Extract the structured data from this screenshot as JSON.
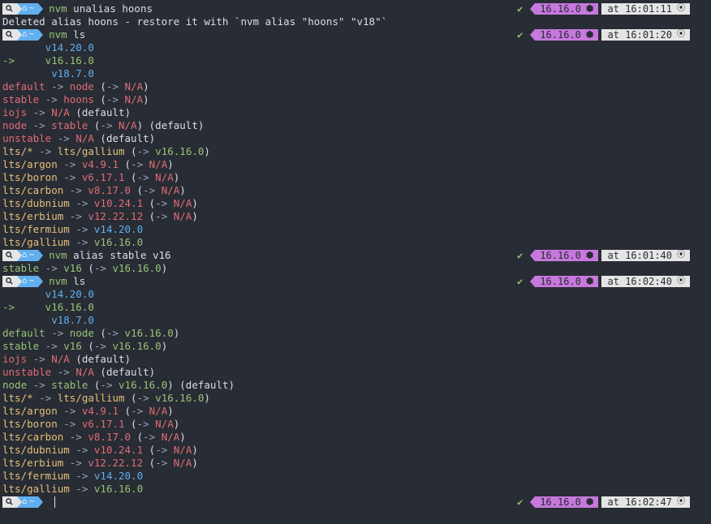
{
  "window": {
    "title": ""
  },
  "prompt": {
    "os_icon": "ὐD",
    "home_icon": "⌂",
    "dir": "~",
    "check": "✔",
    "node_icon": "⬢",
    "clock_icon": "⦿"
  },
  "colors": {
    "background": "#282c34",
    "red": "#e06c75",
    "green": "#98c379",
    "yellow": "#e5c07b",
    "blue": "#61afef",
    "white": "#dcdfe4",
    "node_segment": "#c678dd",
    "time_segment": "#e5e5e5"
  },
  "lines": [
    {
      "type": "prompt",
      "cmd": "nvm",
      "args": " unalias hoons",
      "node": "16.16.0",
      "time": "at 16:01:11"
    },
    {
      "type": "out",
      "segs": [
        [
          "white",
          "Deleted alias hoons - restore it with `nvm alias \"hoons\" \"v18\"`"
        ]
      ]
    },
    {
      "type": "prompt",
      "cmd": "nvm",
      "args": " ls",
      "node": "16.16.0",
      "time": "at 16:01:20"
    },
    {
      "type": "out",
      "segs": [
        [
          "blue",
          "       v14.20.0"
        ]
      ]
    },
    {
      "type": "out",
      "segs": [
        [
          "green",
          "->     v16.16.0"
        ]
      ]
    },
    {
      "type": "out",
      "segs": [
        [
          "blue",
          "        v18.7.0"
        ]
      ]
    },
    {
      "type": "out",
      "segs": [
        [
          "red",
          "default"
        ],
        [
          "gray",
          " -> "
        ],
        [
          "red",
          "node"
        ],
        [
          "white",
          " ("
        ],
        [
          "gray",
          "-> "
        ],
        [
          "red",
          "N/A"
        ],
        [
          "white",
          ")"
        ]
      ]
    },
    {
      "type": "out",
      "segs": [
        [
          "red",
          "stable"
        ],
        [
          "gray",
          " -> "
        ],
        [
          "red",
          "hoons"
        ],
        [
          "white",
          " ("
        ],
        [
          "gray",
          "-> "
        ],
        [
          "red",
          "N/A"
        ],
        [
          "white",
          ")"
        ]
      ]
    },
    {
      "type": "out",
      "segs": [
        [
          "red",
          "iojs"
        ],
        [
          "gray",
          " -> "
        ],
        [
          "red",
          "N/A"
        ],
        [
          "white",
          " (default)"
        ]
      ]
    },
    {
      "type": "out",
      "segs": [
        [
          "red",
          "node"
        ],
        [
          "gray",
          " -> "
        ],
        [
          "red",
          "stable"
        ],
        [
          "white",
          " ("
        ],
        [
          "gray",
          "-> "
        ],
        [
          "red",
          "N/A"
        ],
        [
          "white",
          ") (default)"
        ]
      ]
    },
    {
      "type": "out",
      "segs": [
        [
          "red",
          "unstable"
        ],
        [
          "gray",
          " -> "
        ],
        [
          "red",
          "N/A"
        ],
        [
          "white",
          " (default)"
        ]
      ]
    },
    {
      "type": "out",
      "segs": [
        [
          "yellow",
          "lts/*"
        ],
        [
          "gray",
          " -> "
        ],
        [
          "yellow",
          "lts/gallium"
        ],
        [
          "white",
          " ("
        ],
        [
          "gray",
          "-> "
        ],
        [
          "green",
          "v16.16.0"
        ],
        [
          "white",
          ")"
        ]
      ]
    },
    {
      "type": "out",
      "segs": [
        [
          "yellow",
          "lts/argon"
        ],
        [
          "gray",
          " -> "
        ],
        [
          "red",
          "v4.9.1"
        ],
        [
          "white",
          " ("
        ],
        [
          "gray",
          "-> "
        ],
        [
          "red",
          "N/A"
        ],
        [
          "white",
          ")"
        ]
      ]
    },
    {
      "type": "out",
      "segs": [
        [
          "yellow",
          "lts/boron"
        ],
        [
          "gray",
          " -> "
        ],
        [
          "red",
          "v6.17.1"
        ],
        [
          "white",
          " ("
        ],
        [
          "gray",
          "-> "
        ],
        [
          "red",
          "N/A"
        ],
        [
          "white",
          ")"
        ]
      ]
    },
    {
      "type": "out",
      "segs": [
        [
          "yellow",
          "lts/carbon"
        ],
        [
          "gray",
          " -> "
        ],
        [
          "red",
          "v8.17.0"
        ],
        [
          "white",
          " ("
        ],
        [
          "gray",
          "-> "
        ],
        [
          "red",
          "N/A"
        ],
        [
          "white",
          ")"
        ]
      ]
    },
    {
      "type": "out",
      "segs": [
        [
          "yellow",
          "lts/dubnium"
        ],
        [
          "gray",
          " -> "
        ],
        [
          "red",
          "v10.24.1"
        ],
        [
          "white",
          " ("
        ],
        [
          "gray",
          "-> "
        ],
        [
          "red",
          "N/A"
        ],
        [
          "white",
          ")"
        ]
      ]
    },
    {
      "type": "out",
      "segs": [
        [
          "yellow",
          "lts/erbium"
        ],
        [
          "gray",
          " -> "
        ],
        [
          "red",
          "v12.22.12"
        ],
        [
          "white",
          " ("
        ],
        [
          "gray",
          "-> "
        ],
        [
          "red",
          "N/A"
        ],
        [
          "white",
          ")"
        ]
      ]
    },
    {
      "type": "out",
      "segs": [
        [
          "yellow",
          "lts/fermium"
        ],
        [
          "gray",
          " -> "
        ],
        [
          "blue",
          "v14.20.0"
        ]
      ]
    },
    {
      "type": "out",
      "segs": [
        [
          "yellow",
          "lts/gallium"
        ],
        [
          "gray",
          " -> "
        ],
        [
          "green",
          "v16.16.0"
        ]
      ]
    },
    {
      "type": "prompt",
      "cmd": "nvm",
      "args": " alias stable v16",
      "node": "16.16.0",
      "time": "at 16:01:40"
    },
    {
      "type": "out",
      "segs": [
        [
          "green",
          "stable"
        ],
        [
          "gray",
          " -> "
        ],
        [
          "green",
          "v16"
        ],
        [
          "white",
          " ("
        ],
        [
          "gray",
          "-> "
        ],
        [
          "green",
          "v16.16.0"
        ],
        [
          "white",
          ")"
        ]
      ]
    },
    {
      "type": "prompt",
      "cmd": "nvm",
      "args": " ls",
      "node": "16.16.0",
      "time": "at 16:02:40"
    },
    {
      "type": "out",
      "segs": [
        [
          "blue",
          "       v14.20.0"
        ]
      ]
    },
    {
      "type": "out",
      "segs": [
        [
          "green",
          "->     v16.16.0"
        ]
      ]
    },
    {
      "type": "out",
      "segs": [
        [
          "blue",
          "        v18.7.0"
        ]
      ]
    },
    {
      "type": "out",
      "segs": [
        [
          "green",
          "default"
        ],
        [
          "gray",
          " -> "
        ],
        [
          "green",
          "node"
        ],
        [
          "white",
          " ("
        ],
        [
          "gray",
          "-> "
        ],
        [
          "green",
          "v16.16.0"
        ],
        [
          "white",
          ")"
        ]
      ]
    },
    {
      "type": "out",
      "segs": [
        [
          "green",
          "stable"
        ],
        [
          "gray",
          " -> "
        ],
        [
          "green",
          "v16"
        ],
        [
          "white",
          " ("
        ],
        [
          "gray",
          "-> "
        ],
        [
          "green",
          "v16.16.0"
        ],
        [
          "white",
          ")"
        ]
      ]
    },
    {
      "type": "out",
      "segs": [
        [
          "red",
          "iojs"
        ],
        [
          "gray",
          " -> "
        ],
        [
          "red",
          "N/A"
        ],
        [
          "white",
          " (default)"
        ]
      ]
    },
    {
      "type": "out",
      "segs": [
        [
          "red",
          "unstable"
        ],
        [
          "gray",
          " -> "
        ],
        [
          "red",
          "N/A"
        ],
        [
          "white",
          " (default)"
        ]
      ]
    },
    {
      "type": "out",
      "segs": [
        [
          "green",
          "node"
        ],
        [
          "gray",
          " -> "
        ],
        [
          "green",
          "stable"
        ],
        [
          "white",
          " ("
        ],
        [
          "gray",
          "-> "
        ],
        [
          "green",
          "v16.16.0"
        ],
        [
          "white",
          ") (default)"
        ]
      ]
    },
    {
      "type": "out",
      "segs": [
        [
          "yellow",
          "lts/*"
        ],
        [
          "gray",
          " -> "
        ],
        [
          "yellow",
          "lts/gallium"
        ],
        [
          "white",
          " ("
        ],
        [
          "gray",
          "-> "
        ],
        [
          "green",
          "v16.16.0"
        ],
        [
          "white",
          ")"
        ]
      ]
    },
    {
      "type": "out",
      "segs": [
        [
          "yellow",
          "lts/argon"
        ],
        [
          "gray",
          " -> "
        ],
        [
          "red",
          "v4.9.1"
        ],
        [
          "white",
          " ("
        ],
        [
          "gray",
          "-> "
        ],
        [
          "red",
          "N/A"
        ],
        [
          "white",
          ")"
        ]
      ]
    },
    {
      "type": "out",
      "segs": [
        [
          "yellow",
          "lts/boron"
        ],
        [
          "gray",
          " -> "
        ],
        [
          "red",
          "v6.17.1"
        ],
        [
          "white",
          " ("
        ],
        [
          "gray",
          "-> "
        ],
        [
          "red",
          "N/A"
        ],
        [
          "white",
          ")"
        ]
      ]
    },
    {
      "type": "out",
      "segs": [
        [
          "yellow",
          "lts/carbon"
        ],
        [
          "gray",
          " -> "
        ],
        [
          "red",
          "v8.17.0"
        ],
        [
          "white",
          " ("
        ],
        [
          "gray",
          "-> "
        ],
        [
          "red",
          "N/A"
        ],
        [
          "white",
          ")"
        ]
      ]
    },
    {
      "type": "out",
      "segs": [
        [
          "yellow",
          "lts/dubnium"
        ],
        [
          "gray",
          " -> "
        ],
        [
          "red",
          "v10.24.1"
        ],
        [
          "white",
          " ("
        ],
        [
          "gray",
          "-> "
        ],
        [
          "red",
          "N/A"
        ],
        [
          "white",
          ")"
        ]
      ]
    },
    {
      "type": "out",
      "segs": [
        [
          "yellow",
          "lts/erbium"
        ],
        [
          "gray",
          " -> "
        ],
        [
          "red",
          "v12.22.12"
        ],
        [
          "white",
          " ("
        ],
        [
          "gray",
          "-> "
        ],
        [
          "red",
          "N/A"
        ],
        [
          "white",
          ")"
        ]
      ]
    },
    {
      "type": "out",
      "segs": [
        [
          "yellow",
          "lts/fermium"
        ],
        [
          "gray",
          " -> "
        ],
        [
          "blue",
          "v14.20.0"
        ]
      ]
    },
    {
      "type": "out",
      "segs": [
        [
          "yellow",
          "lts/gallium"
        ],
        [
          "gray",
          " -> "
        ],
        [
          "green",
          "v16.16.0"
        ]
      ]
    },
    {
      "type": "prompt",
      "cmd": "",
      "args": "",
      "node": "16.16.0",
      "time": "at 16:02:47",
      "cursor": true
    }
  ]
}
